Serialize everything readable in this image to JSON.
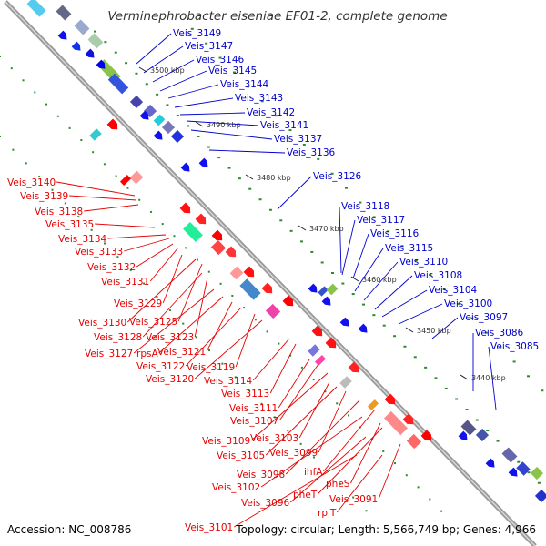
{
  "title": "Verminephrobacter eiseniae EF01-2, complete genome",
  "accession": "Accession: NC_008786",
  "topology": "Topology: circular; Length: 5,566,749 bp; Genes: 4,966",
  "colors": {
    "forward_label": "#0000cc",
    "reverse_label": "#e60000",
    "backbone": "#8c8c8c",
    "tick": "#2e8b2e"
  },
  "tick_labels": [
    "3500 kbp",
    "3490 kbp",
    "3480 kbp",
    "3470 kbp",
    "3460 kbp",
    "3450 kbp",
    "3440 kbp"
  ],
  "forward_genes": [
    "Veis_3149",
    "Veis_3147",
    "Veis_3146",
    "Veis_3145",
    "Veis_3144",
    "Veis_3143",
    "Veis_3142",
    "Veis_3141",
    "Veis_3137",
    "Veis_3136",
    "Veis_3126",
    "Veis_3118",
    "Veis_3117",
    "Veis_3116",
    "Veis_3115",
    "Veis_3110",
    "Veis_3108",
    "Veis_3104",
    "Veis_3100",
    "Veis_3097",
    "Veis_3086",
    "Veis_3085"
  ],
  "reverse_genes": [
    "Veis_3140",
    "Veis_3139",
    "Veis_3138",
    "Veis_3135",
    "Veis_3134",
    "Veis_3133",
    "Veis_3132",
    "Veis_3131",
    "Veis_3129",
    "Veis_3130",
    "Veis_3125",
    "Veis_3128",
    "Veis_3123",
    "Veis_3127",
    "rpsA",
    "Veis_3121",
    "Veis_3122",
    "Veis_3119",
    "Veis_3120",
    "Veis_3114",
    "Veis_3113",
    "Veis_3111",
    "Veis_3107",
    "Veis_3109",
    "Veis_3103",
    "Veis_3105",
    "Veis_3099",
    "Veis_3098",
    "ihfA",
    "Veis_3102",
    "pheS",
    "pheT",
    "Veis_3096",
    "Veis_3091",
    "rplT",
    "Veis_3101"
  ]
}
